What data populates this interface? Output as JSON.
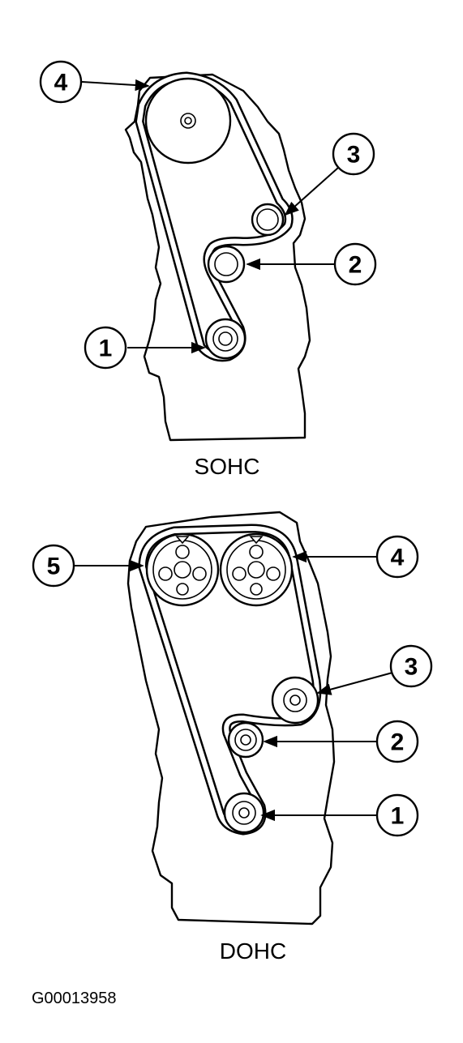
{
  "figure_id": "G00013958",
  "sohc": {
    "caption": "SOHC",
    "callouts": [
      "1",
      "2",
      "3",
      "4"
    ]
  },
  "dohc": {
    "caption": "DOHC",
    "callouts": [
      "1",
      "2",
      "3",
      "4",
      "5"
    ]
  }
}
